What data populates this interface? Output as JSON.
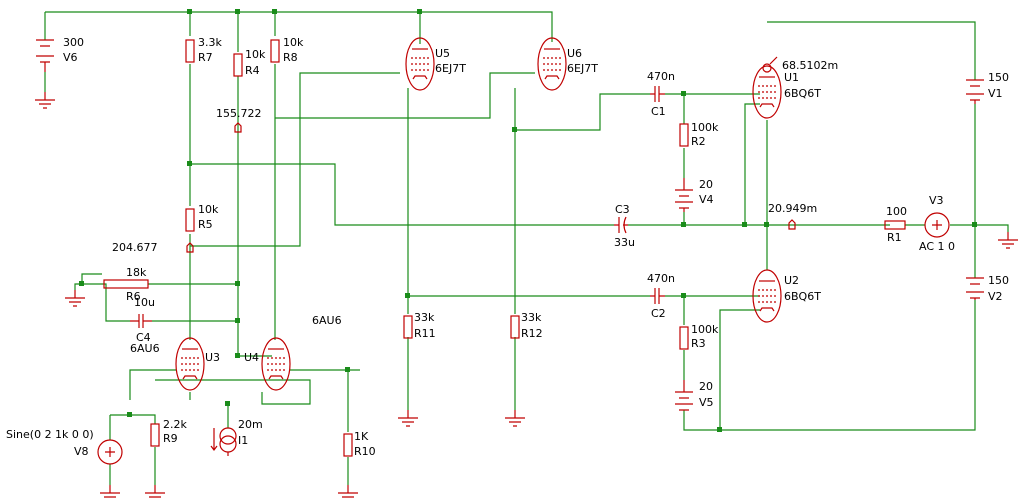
{
  "labels": {
    "v6": "V6",
    "v6_val": "300",
    "r7": "R7",
    "r7_val": "3.3k",
    "r4": "R4",
    "r4_val": "10k",
    "r8": "R8",
    "r8_val": "10k",
    "r5": "R5",
    "r5_val": "10k",
    "r6": "R6",
    "r6_val": "18k",
    "c4": "C4",
    "c4_val": "10u",
    "u3": "U3",
    "u3_type": "6AU6",
    "u4": "U4",
    "u4_type": "6AU6",
    "u5": "U5",
    "u5_type": "6EJ7T",
    "u6": "U6",
    "u6_type": "6EJ7T",
    "r9": "R9",
    "r9_val": "2.2k",
    "v8": "V8",
    "v8_val": "Sine(0 2 1k 0 0)",
    "i1": "I1",
    "i1_val": "20m",
    "r10": "R10",
    "r10_val": "1K",
    "r11": "R11",
    "r11_val": "33k",
    "r12": "R12",
    "r12_val": "33k",
    "c1": "C1",
    "c1_val": "470n",
    "c2": "C2",
    "c2_val": "470n",
    "c3": "C3",
    "c3_val": "33u",
    "r2": "R2",
    "r2_val": "100k",
    "r3": "R3",
    "r3_val": "100k",
    "v4": "V4",
    "v4_val": "20",
    "v5": "V5",
    "v5_val": "20",
    "u1": "U1",
    "u1_type": "6BQ6T",
    "u2": "U2",
    "u2_type": "6BQ6T",
    "r1": "R1",
    "r1_val": "100",
    "v3": "V3",
    "v3_val": "AC 1 0",
    "v1": "V1",
    "v1_val": "150",
    "v2": "V2",
    "v2_val": "150"
  },
  "probes": {
    "p1": "155.722",
    "p2": "204.677",
    "p3": "68.5102m",
    "p4": "20.949m"
  }
}
